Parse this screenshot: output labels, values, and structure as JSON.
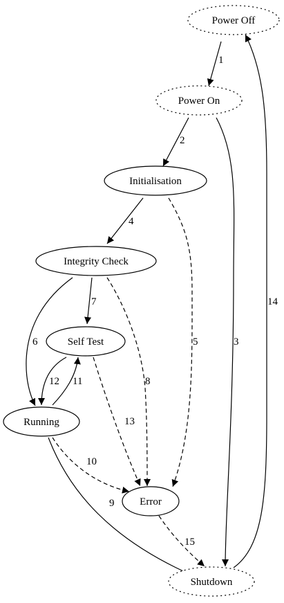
{
  "diagram": {
    "nodes": [
      {
        "id": "power_off",
        "label": "Power Off",
        "style": "dotted"
      },
      {
        "id": "power_on",
        "label": "Power On",
        "style": "dotted"
      },
      {
        "id": "initialisation",
        "label": "Initialisation",
        "style": "solid"
      },
      {
        "id": "integrity_check",
        "label": "Integrity Check",
        "style": "solid"
      },
      {
        "id": "self_test",
        "label": "Self Test",
        "style": "solid"
      },
      {
        "id": "running",
        "label": "Running",
        "style": "solid"
      },
      {
        "id": "error",
        "label": "Error",
        "style": "solid"
      },
      {
        "id": "shutdown",
        "label": "Shutdown",
        "style": "dotted"
      }
    ],
    "edges": [
      {
        "label": "1",
        "from": "power_off",
        "to": "power_on",
        "style": "solid"
      },
      {
        "label": "2",
        "from": "power_on",
        "to": "initialisation",
        "style": "solid"
      },
      {
        "label": "3",
        "from": "power_on",
        "to": "shutdown",
        "style": "solid"
      },
      {
        "label": "4",
        "from": "initialisation",
        "to": "integrity_check",
        "style": "solid"
      },
      {
        "label": "5",
        "from": "initialisation",
        "to": "error",
        "style": "dashed"
      },
      {
        "label": "6",
        "from": "integrity_check",
        "to": "running",
        "style": "solid"
      },
      {
        "label": "7",
        "from": "integrity_check",
        "to": "self_test",
        "style": "solid"
      },
      {
        "label": "8",
        "from": "integrity_check",
        "to": "error",
        "style": "dashed"
      },
      {
        "label": "9",
        "from": "running",
        "to": "shutdown",
        "style": "solid"
      },
      {
        "label": "10",
        "from": "running",
        "to": "error",
        "style": "dashed"
      },
      {
        "label": "11",
        "from": "running",
        "to": "self_test",
        "style": "solid"
      },
      {
        "label": "12",
        "from": "self_test",
        "to": "running",
        "style": "solid"
      },
      {
        "label": "13",
        "from": "self_test",
        "to": "error",
        "style": "dashed"
      },
      {
        "label": "14",
        "from": "shutdown",
        "to": "power_off",
        "style": "solid"
      },
      {
        "label": "15",
        "from": "error",
        "to": "shutdown",
        "style": "dashed"
      }
    ]
  }
}
